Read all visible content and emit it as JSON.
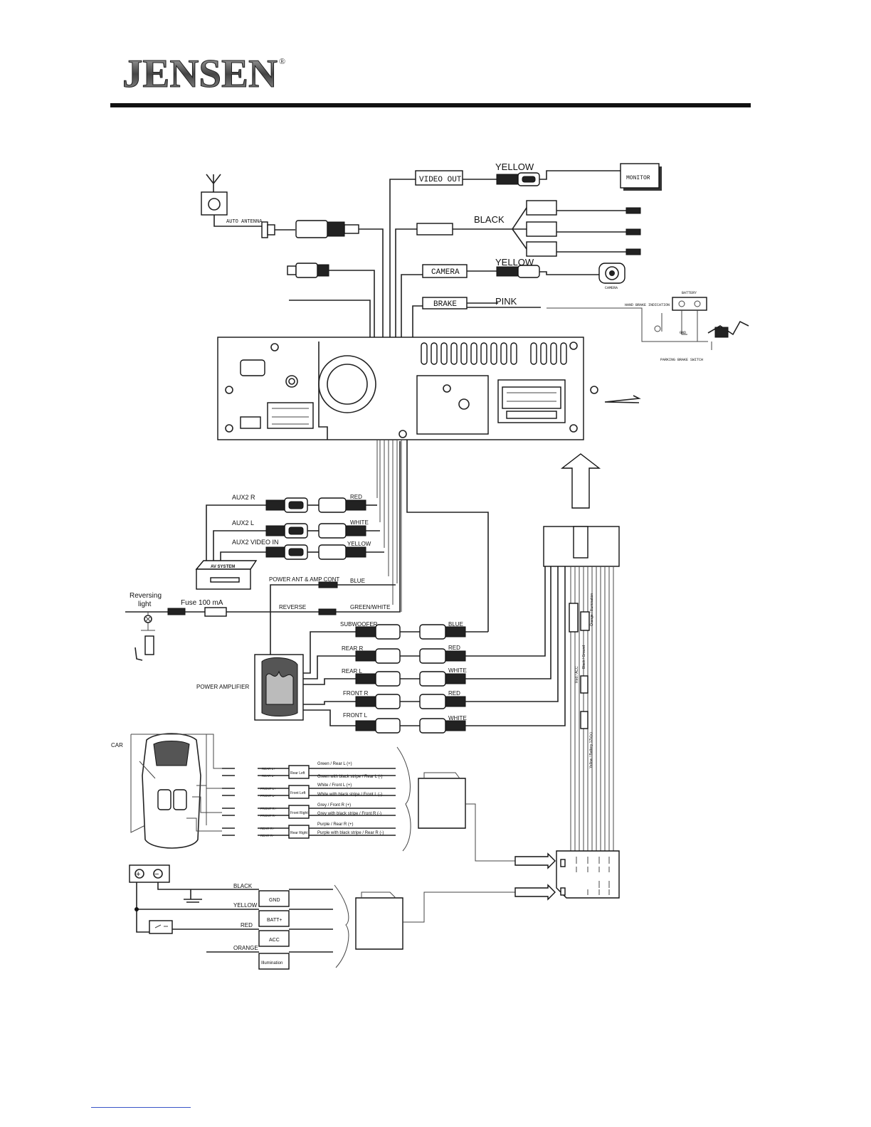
{
  "brand": "JENSEN",
  "registered_mark": "®",
  "top_connections": {
    "video_out": {
      "label": "VIDEO OUT",
      "wire": "YELLOW",
      "device": "MONITOR"
    },
    "auto_antenna": "AUTO ANTENNA",
    "black_group": "BLACK",
    "camera": {
      "label": "CAMERA",
      "wire": "YELLOW",
      "device": "CAMERA"
    },
    "brake": {
      "label": "BRAKE",
      "wire": "PINK"
    }
  },
  "brake_inset": {
    "battery": "BATTERY",
    "hand_brake": "HAND BRAKE INDICATION",
    "gnd": "GND",
    "parking_switch": "PARKING BRAKE SWITCH"
  },
  "aux": [
    {
      "label": "AUX2 R",
      "wire": "RED"
    },
    {
      "label": "AUX2 L",
      "wire": "WHITE"
    },
    {
      "label": "AUX2 VIDEO IN",
      "wire": "YELLOW"
    }
  ],
  "av_system": "AV SYSTEM",
  "power_ant": {
    "label": "POWER ANT & AMP CONT",
    "wire": "BLUE"
  },
  "reversing": {
    "title_line1": "Reversing",
    "title_line2": "light",
    "fuse": "Fuse 100 mA",
    "label": "REVERSE",
    "wire": "GREEN/WHITE"
  },
  "amp": {
    "title": "POWER AMPLIFIER",
    "channels": [
      {
        "label": "SUBWOOFER",
        "wire": "BLUE"
      },
      {
        "label": "REAR R",
        "wire": "RED"
      },
      {
        "label": "REAR L",
        "wire": "WHITE"
      },
      {
        "label": "FRONT R",
        "wire": "RED"
      },
      {
        "label": "FRONT L",
        "wire": "WHITE"
      }
    ]
  },
  "harness_labels": [
    "Orange / Illumination",
    "Red / ACC",
    "Black / Ground",
    "Yellow / Battery 12V(+)"
  ],
  "car": {
    "label": "CAR",
    "speakers": [
      {
        "t1": "REAR L+",
        "t2": "REAR L-",
        "box": "Rear Left",
        "w1": "Green / Rear L (+)",
        "w2": "Green with black stripe / Rear L (-)"
      },
      {
        "t1": "FRONT L+",
        "t2": "FRONT L-",
        "box": "Front Left",
        "w1": "White / Front L (+)",
        "w2": "White with black stripe / Front L (-)"
      },
      {
        "t1": "FRONT R+",
        "t2": "FRONT R-",
        "box": "Front Right",
        "w1": "Grey / Front R (+)",
        "w2": "Grey with black stripe / Front R (-)"
      },
      {
        "t1": "REAR R+",
        "t2": "REAR R-",
        "box": "Rear Right",
        "w1": "Purple / Rear R (+)",
        "w2": "Purple with black stripe / Rear R (-)"
      }
    ]
  },
  "power": [
    {
      "wire": "BLACK",
      "box": "GND"
    },
    {
      "wire": "YELLOW",
      "box": "BATT+"
    },
    {
      "wire": "RED",
      "box": "ACC"
    },
    {
      "wire": "ORANGE",
      "box": "Illumination"
    }
  ],
  "battery_symbols": {
    "plus": "+",
    "minus": "−"
  }
}
